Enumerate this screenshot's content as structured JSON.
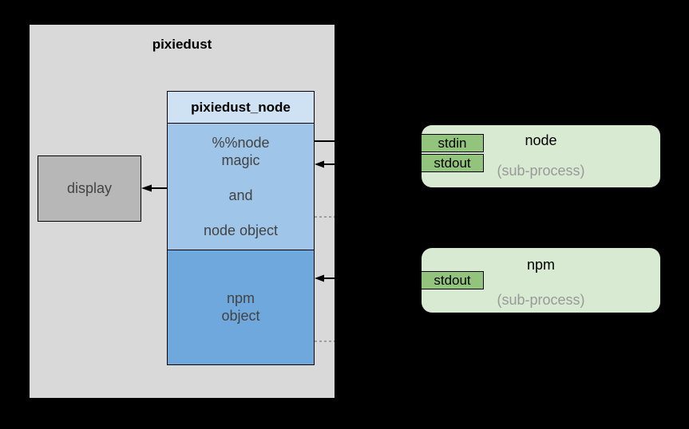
{
  "pixiedust": {
    "title": "pixiedust",
    "display": {
      "label": "display"
    },
    "node_module": {
      "header": "pixiedust_node",
      "magic_box": {
        "lines": [
          "%%node",
          "magic",
          "and",
          "node object"
        ]
      },
      "npm_box": {
        "lines": [
          "npm",
          "object"
        ]
      }
    }
  },
  "subprocesses": {
    "node": {
      "title": "node",
      "subtitle": "(sub-process)",
      "ports": [
        "stdin",
        "stdout"
      ]
    },
    "npm": {
      "title": "npm",
      "subtitle": "(sub-process)",
      "ports": [
        "stdout"
      ]
    }
  },
  "colors": {
    "background": "#000000",
    "container": "#d9d9d9",
    "display_fill": "#b7b7b7",
    "header_fill": "#cfe2f3",
    "magic_fill": "#9fc5e8",
    "npm_fill": "#6fa8dc",
    "subprocess_fill": "#d9ead3",
    "port_fill": "#93c47d",
    "text_dark": "#434343",
    "text_muted": "#999999",
    "line": "#000000",
    "dashed": "#8a8a8a"
  }
}
